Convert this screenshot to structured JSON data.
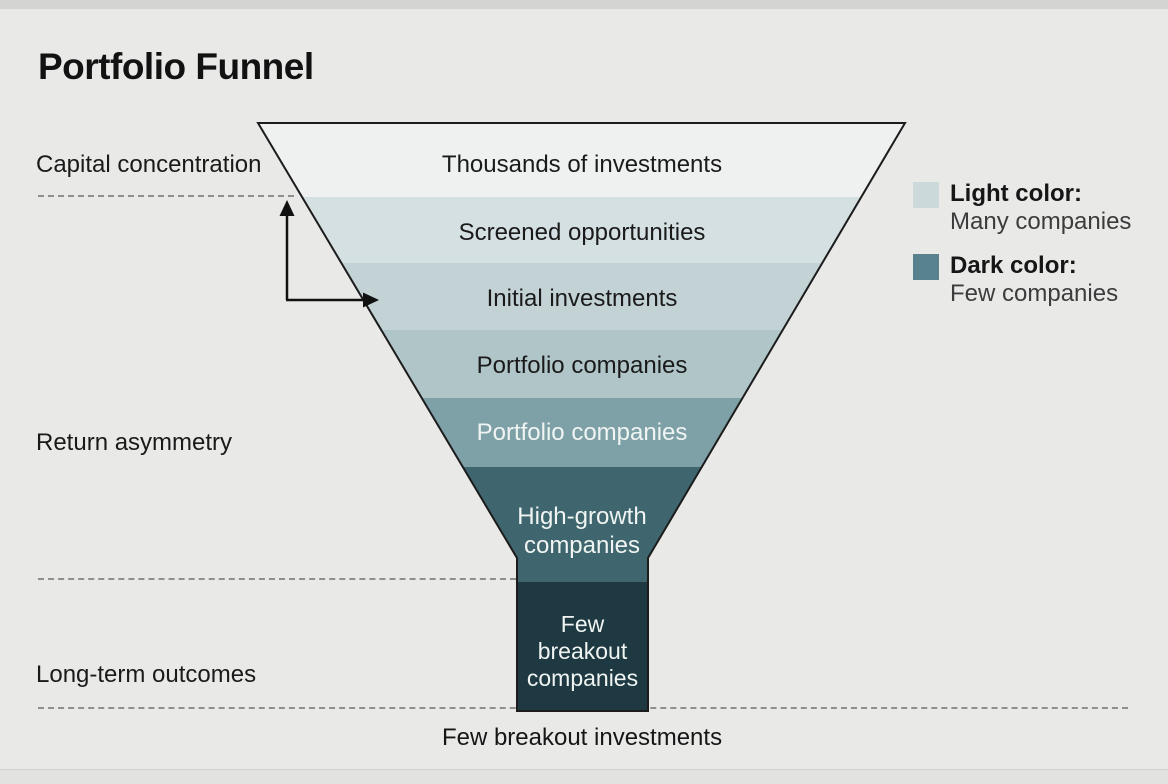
{
  "title": "Portfolio Funnel",
  "side_labels": {
    "capital": "Capital concentration",
    "return": "Return asymmetry",
    "longterm": "Long-term outcomes"
  },
  "funnel": {
    "outline_color": "#1c1c1c",
    "arrow_color": "#111111",
    "layers": [
      {
        "label": "Thousands of investments",
        "color": "#eff1f0"
      },
      {
        "label": "Screened opportunities",
        "color": "#d5e0e2"
      },
      {
        "label": "Initial investments",
        "color": "#c3d3d5"
      },
      {
        "label": "Portfolio companies",
        "color": "#afc5c8"
      },
      {
        "label": "Portfolio companies",
        "color": "#7ea1a8"
      },
      {
        "label": "High-growth companies",
        "color": "#3f666e"
      },
      {
        "label": "Few breakout companies",
        "color": "#1e3941"
      }
    ]
  },
  "legend": {
    "items": [
      {
        "swatch_color": "#ccd9db",
        "title": "Light color:",
        "subtitle": "Many companies"
      },
      {
        "swatch_color": "#57828e",
        "title": "Dark color:",
        "subtitle": "Few companies"
      }
    ]
  },
  "footer_caption": "Few breakout investments"
}
